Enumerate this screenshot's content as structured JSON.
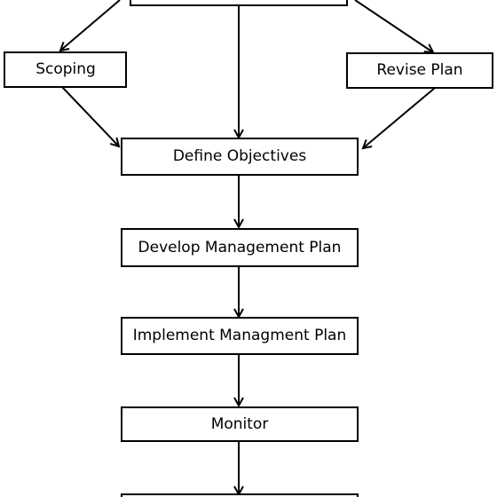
{
  "diagram": {
    "type": "flowchart",
    "line_color": "#000000",
    "box_fill": "#ffffff",
    "nodes": {
      "top": "",
      "scoping": "Scoping",
      "revise_plan": "Revise Plan",
      "define_objectives": "Define Objectives",
      "develop_plan": "Develop Management Plan",
      "implement_plan": "Implement Managment Plan",
      "monitor": "Monitor",
      "bottom": ""
    },
    "edges": [
      {
        "from": "top",
        "to": "scoping"
      },
      {
        "from": "top",
        "to": "define_objectives"
      },
      {
        "from": "top",
        "to": "revise_plan"
      },
      {
        "from": "scoping",
        "to": "define_objectives"
      },
      {
        "from": "revise_plan",
        "to": "define_objectives"
      },
      {
        "from": "define_objectives",
        "to": "develop_plan"
      },
      {
        "from": "develop_plan",
        "to": "implement_plan"
      },
      {
        "from": "implement_plan",
        "to": "monitor"
      },
      {
        "from": "monitor",
        "to": "bottom"
      }
    ]
  }
}
